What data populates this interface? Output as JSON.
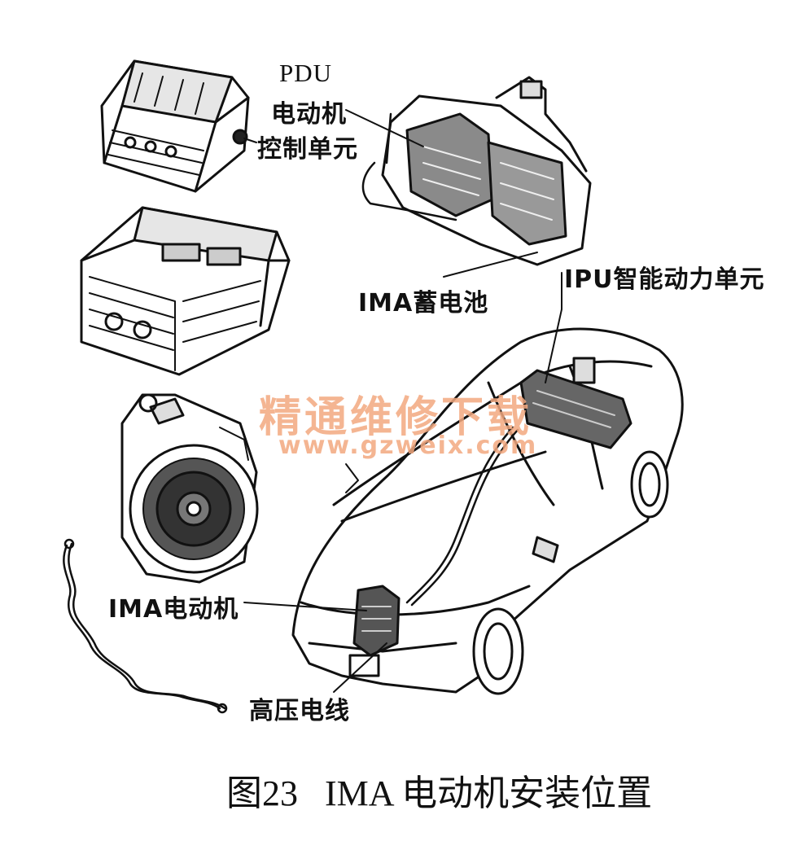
{
  "figure": {
    "caption_number": "图23",
    "caption_text": "IMA 电动机安装位置"
  },
  "labels": {
    "pdu": "PDU",
    "pdu_cn_line1": "电动机",
    "pdu_cn_line2": "控制单元",
    "ipu": "IPU智能动力单元",
    "ima_battery": "IMA蓄电池",
    "ima_motor": "IMA电动机",
    "hv_cable": "高压电线"
  },
  "watermark": {
    "text": "精通维修下载",
    "url": "www.gzweix.com",
    "color": "#f3a980"
  }
}
